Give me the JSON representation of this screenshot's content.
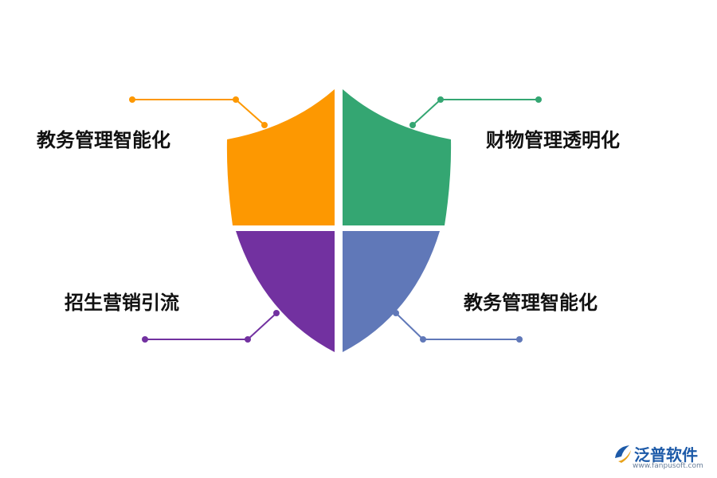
{
  "quadrants": [
    {
      "id": "top-left",
      "label": "教务管理智能化",
      "color": "#fd9801"
    },
    {
      "id": "top-right",
      "label": "财物管理透明化",
      "color": "#34a672"
    },
    {
      "id": "bottom-left",
      "label": "招生营销引流",
      "color": "#7231a0"
    },
    {
      "id": "bottom-right",
      "label": "教务管理智能化",
      "color": "#6078b8"
    }
  ],
  "watermark": {
    "brand": "泛普软件",
    "url": "www.fanpusoft.com",
    "color": "#1d5aa8",
    "icon": "fanpu-logo-icon"
  }
}
